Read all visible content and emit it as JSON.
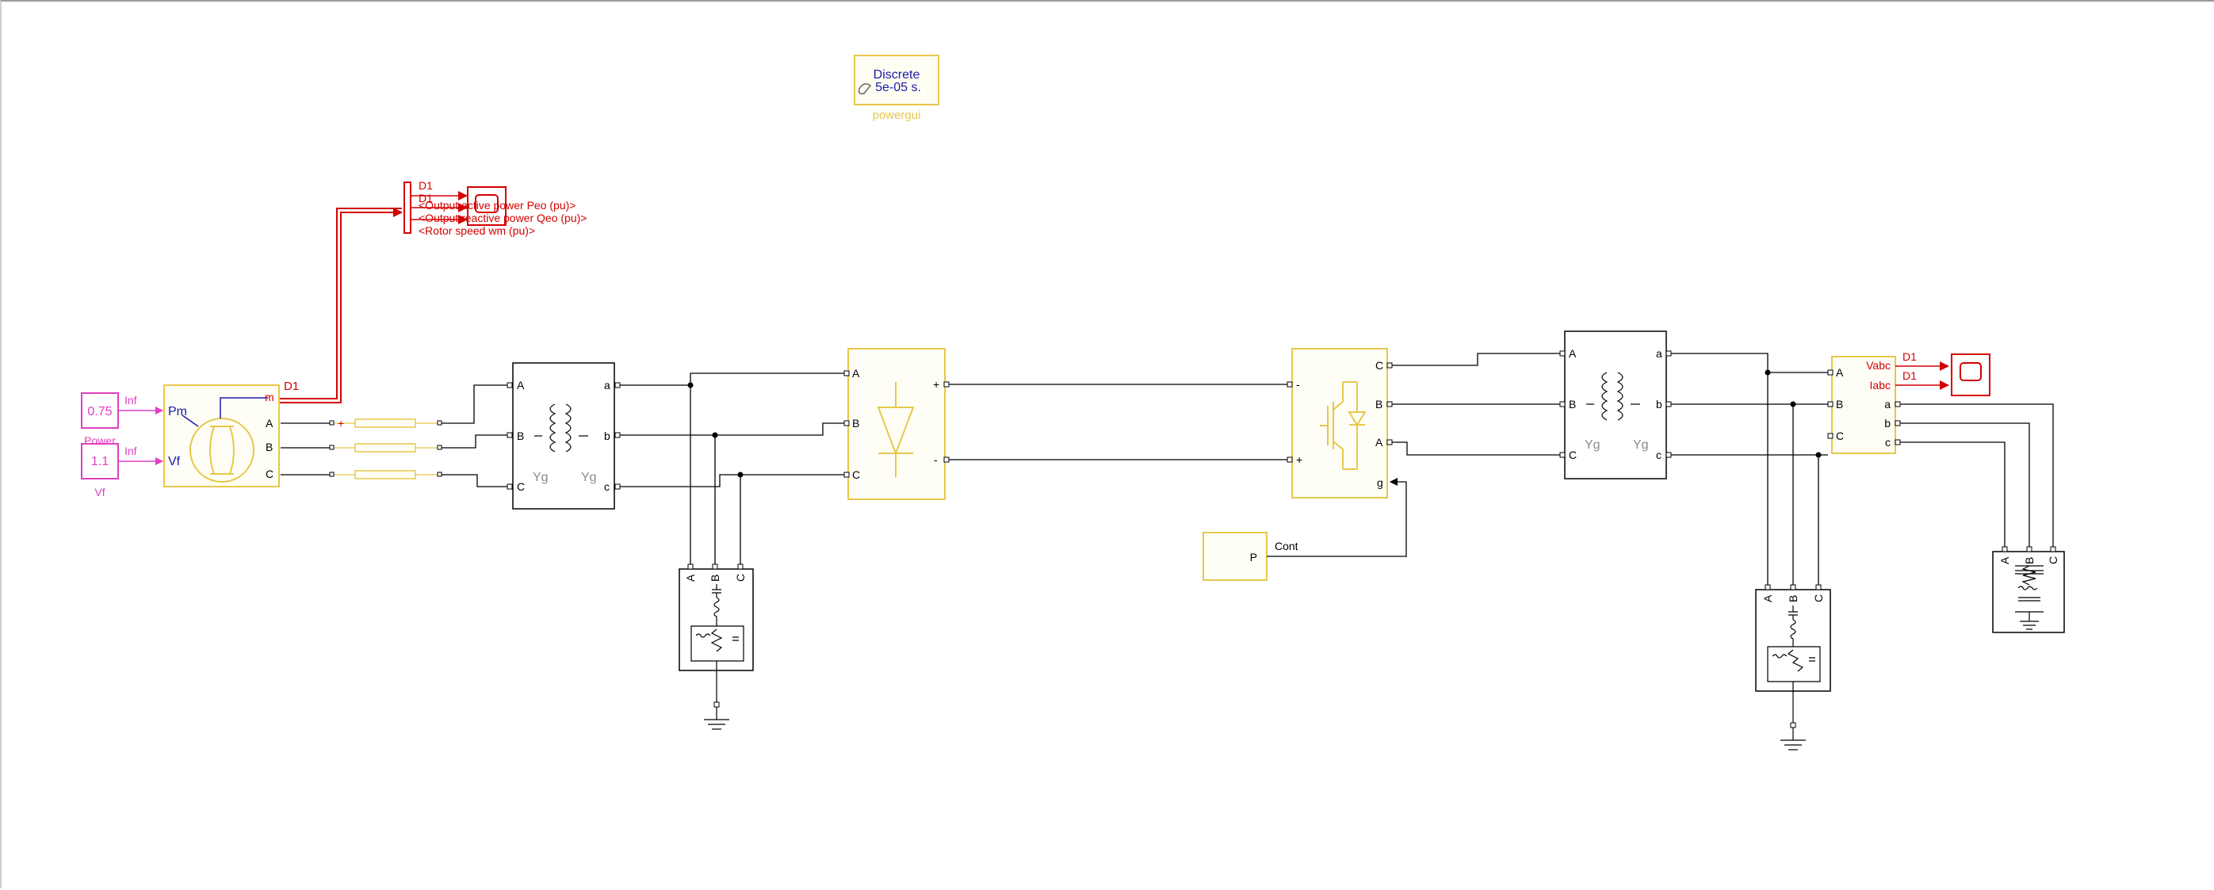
{
  "colors": {
    "wire": "#000000",
    "signal": "#d40000",
    "block_yellow": "#e6c84a",
    "constant_magenta": "#e040c0",
    "name_blue": "#1a1aa8",
    "gray_text": "#8a8a8a"
  },
  "powergui": {
    "line1": "Discrete",
    "line2": "5e-05 s.",
    "name": "powergui"
  },
  "mux_labels": {
    "d1_a": "D1",
    "d1_b": "D1",
    "active_power": "<Output active power  Peo (pu)>",
    "reactive_power": "<Output reactive power  Qeo (pu)>",
    "rotor_speed": "<Rotor speed  wm (pu)>"
  },
  "constant_power": {
    "value": "0.75",
    "tag": "Inf",
    "name": "Power"
  },
  "constant_vf": {
    "value": "1.1",
    "tag": "Inf",
    "name": "Vf"
  },
  "machine": {
    "pm": "Pm",
    "vf": "Vf",
    "m": "m",
    "a": "A",
    "b": "B",
    "c": "C",
    "signal_label": "D1",
    "plus": "+"
  },
  "transformer1": {
    "A": "A",
    "B": "B",
    "C": "C",
    "a": "a",
    "b": "b",
    "c": "c",
    "w1": "Yg",
    "w2": "Yg"
  },
  "filter1": {
    "A": "A",
    "B": "B",
    "C": "C"
  },
  "rectifier": {
    "A": "A",
    "B": "B",
    "C": "C",
    "plus": "+",
    "minus": "-"
  },
  "inverter": {
    "C": "C",
    "B": "B",
    "A": "A",
    "minus": "-",
    "plus": "+",
    "g": "g"
  },
  "pulse": {
    "P": "P",
    "cont": "Cont"
  },
  "transformer2": {
    "A": "A",
    "B": "B",
    "C": "C",
    "a": "a",
    "b": "b",
    "c": "c",
    "w1": "Yg",
    "w2": "Yg"
  },
  "filter2": {
    "A": "A",
    "B": "B",
    "C": "C"
  },
  "measure": {
    "vabc": "Vabc",
    "iabc": "Iabc",
    "a": "a",
    "b": "b",
    "c": "c",
    "A": "A",
    "B": "B",
    "C": "C",
    "d1_v": "D1",
    "d1_i": "D1"
  },
  "load": {
    "A": "A",
    "B": "B",
    "C": "C"
  }
}
